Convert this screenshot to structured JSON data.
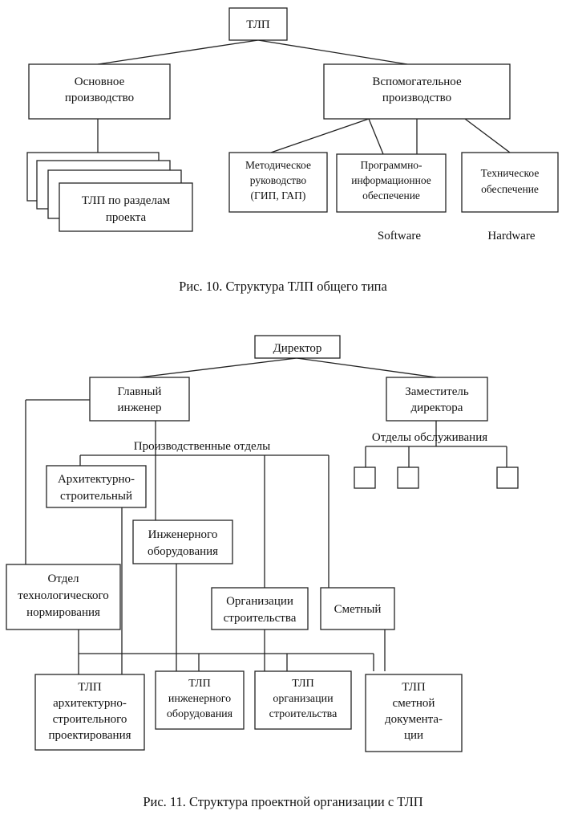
{
  "figure1": {
    "root": "ТЛП",
    "main_production": [
      "Основное",
      "производство"
    ],
    "aux_production": [
      "Вспомогательное",
      "производство"
    ],
    "sections": [
      "ТЛП по разделам",
      "проекта"
    ],
    "methodical": [
      "Методическое",
      "руководство",
      "(ГИП, ГАП)"
    ],
    "software_support": [
      "Программно-",
      "информационное",
      "обеспечение"
    ],
    "hardware_support": [
      "Техническое",
      "обеспечение"
    ],
    "software_label": "Software",
    "hardware_label": "Hardware",
    "caption": "Рис. 10. Структура ТЛП общего типа"
  },
  "figure2": {
    "director": "Директор",
    "chief_engineer": [
      "Главный",
      "инженер"
    ],
    "deputy": [
      "Заместитель",
      "директора"
    ],
    "production_depts": "Производственные отделы",
    "service_depts": "Отделы обслуживания",
    "arch_dept": [
      "Архитектурно-",
      "строительный"
    ],
    "eng_equipment": [
      "Инженерного",
      "оборудования"
    ],
    "tech_norm": [
      "Отдел",
      "технологического",
      "нормирования"
    ],
    "construction_org": [
      "Организации",
      "строительства"
    ],
    "estimate_dept": "Сметный",
    "tlp_arch": [
      "ТЛП",
      "архитектурно-",
      "строительного",
      "проектирования"
    ],
    "tlp_eng": [
      "ТЛП",
      "инженерного",
      "оборудования"
    ],
    "tlp_org": [
      "ТЛП",
      "организации",
      "строительства"
    ],
    "tlp_estimate": [
      "ТЛП",
      "сметной",
      "документа-",
      "ции"
    ],
    "caption": "Рис. 11. Структура проектной организации с ТЛП"
  }
}
